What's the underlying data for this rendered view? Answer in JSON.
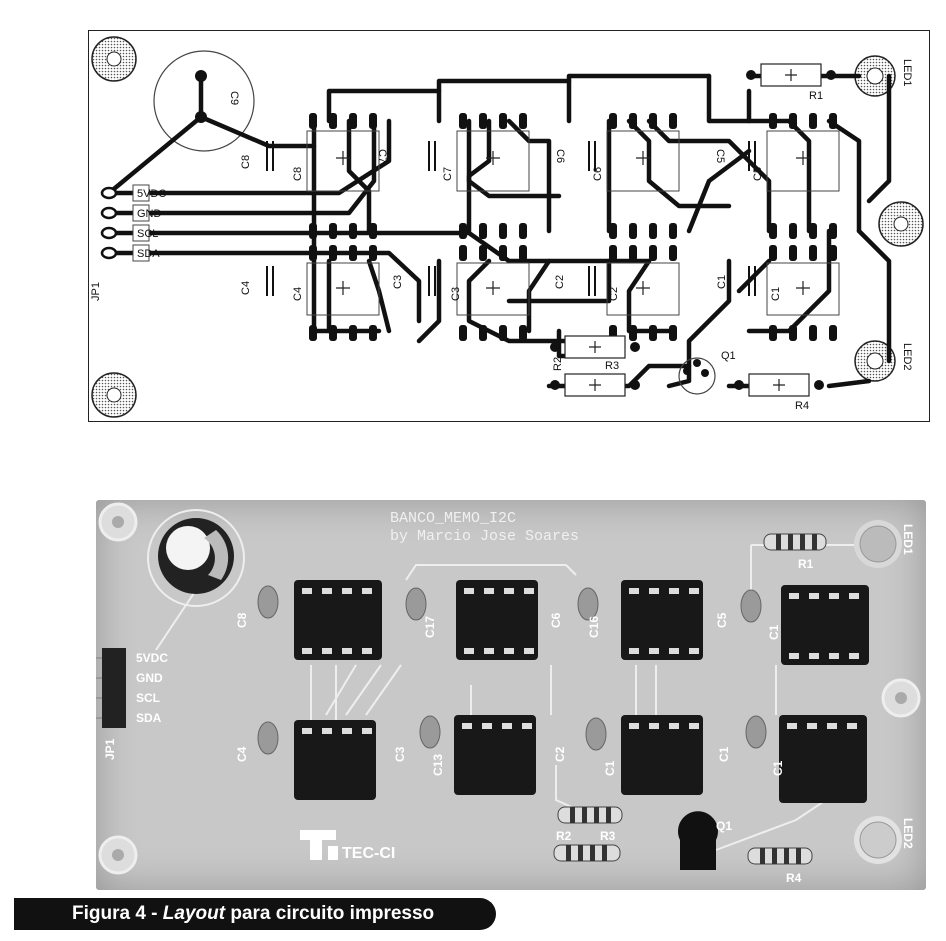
{
  "top_layout": {
    "labels": {
      "c9": "C9",
      "c8": "C8",
      "c8b": "C8",
      "c7": "C7",
      "c7b": "C7",
      "c6": "C6",
      "c6b": "C6",
      "c5": "C5",
      "c5b": "C5",
      "c4": "C4",
      "c4b": "C4",
      "c3": "C3",
      "c3b": "C3",
      "c2": "C2",
      "c2b": "C2",
      "c1": "C1",
      "c1b": "C1",
      "r1": "R1",
      "r2": "R2",
      "r3": "R3",
      "r4": "R4",
      "q1": "Q1",
      "led1": "LED1",
      "led2": "LED2",
      "jp1": "JP1"
    },
    "pins": [
      "5VDC",
      "GND",
      "SCL",
      "SDA"
    ]
  },
  "photo": {
    "title_line1": "BANCO_MEMO_I2C",
    "title_line2": "by Marcio Jose Soares",
    "pins": [
      "5VDC",
      "GND",
      "SCL",
      "SDA"
    ],
    "labels": {
      "c8": "C8",
      "c7": "C17",
      "c6": "C6",
      "c16": "C16",
      "c5": "C5",
      "c15": "C1",
      "c4": "C4",
      "c3": "C3",
      "c13": "C13",
      "c2": "C2",
      "c12": "C1",
      "c1": "C1",
      "c11": "C1",
      "r1": "R1",
      "r2": "R2",
      "r3": "R3",
      "r4": "R4",
      "q1": "Q1",
      "led1": "LED1",
      "led2": "LED2",
      "jp1": "JP1"
    },
    "logo": "TEC-CI"
  },
  "caption": {
    "prefix": "Figura 4 - ",
    "italic": "Layout",
    "suffix": " para circuito impresso"
  }
}
